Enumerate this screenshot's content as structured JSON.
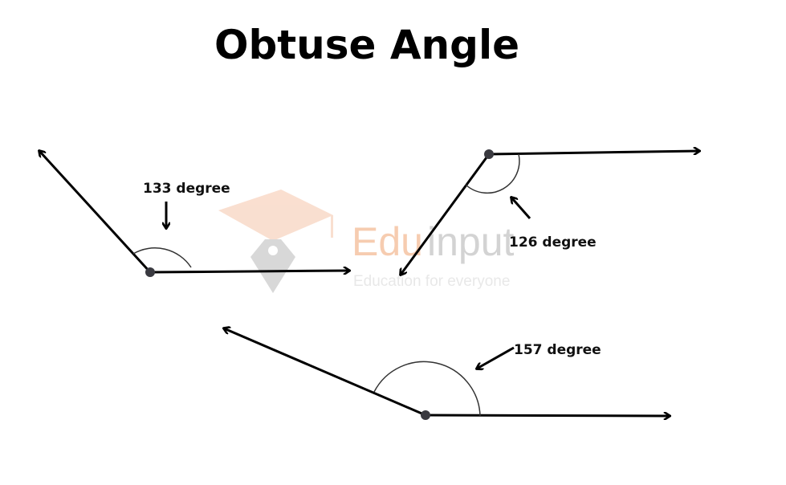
{
  "title": "Obtuse Angle",
  "angles": [
    {
      "label": "133 degree",
      "degrees": 133
    },
    {
      "label": "126 degree",
      "degrees": 126
    },
    {
      "label": "157 degree",
      "degrees": 157
    }
  ],
  "watermark": {
    "brand_part1": "Edu",
    "brand_part2": "input",
    "tagline": "Education for everyone",
    "colors": {
      "orange": "#f6c7a8",
      "gray": "#c8c8c8"
    }
  }
}
